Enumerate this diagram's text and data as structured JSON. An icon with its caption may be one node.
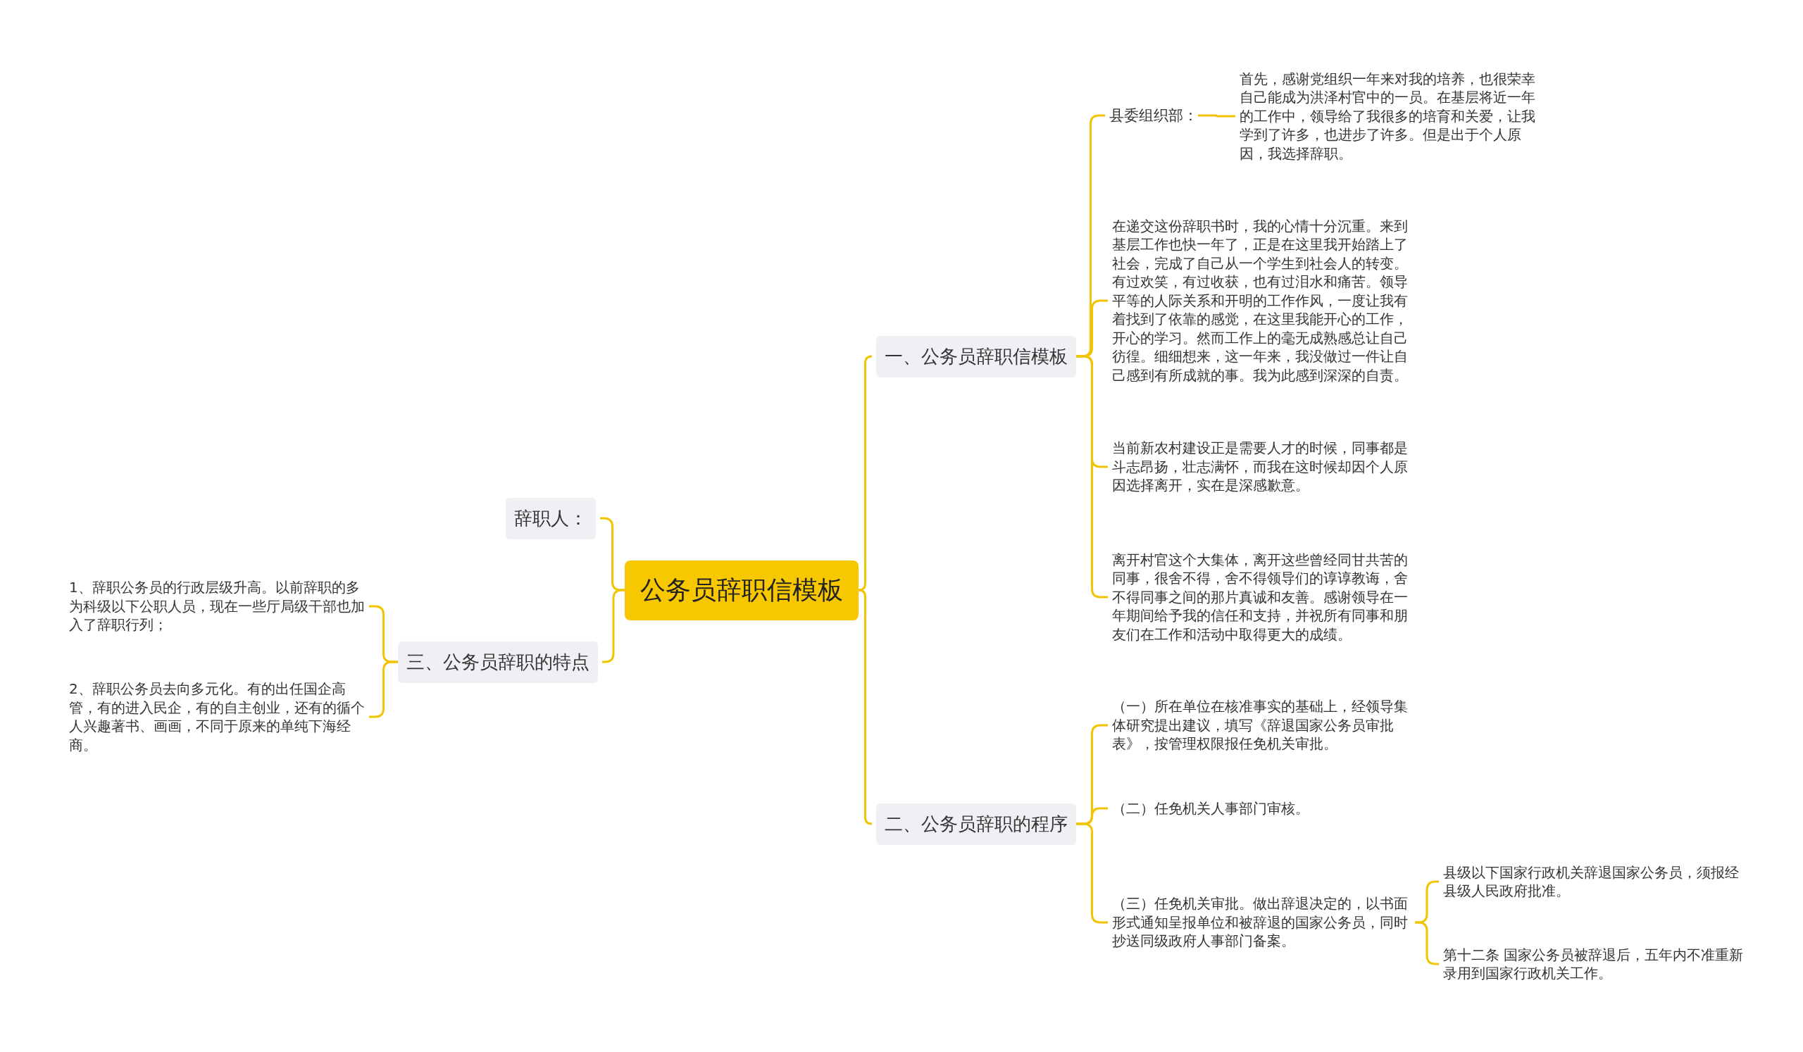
{
  "diagram": {
    "nodes": [
      {
        "text": [
          "公务员辞职信模板"
        ]
      },
      {
        "text": [
          "一、公务员辞职信模板"
        ]
      },
      {
        "text": [
          "县委组织部："
        ]
      },
      {
        "text": [
          "首先，感谢党组织一年来对我的培养，也很荣幸自己能成为洪泽村官中的一员。在基层将近一年的工作中，领导给了我很多的培育和关爱，让我学到了许多，也进步了许多。但是出于个人原因，我选择辞职。"
        ]
      },
      {
        "text": [
          "在递交这份辞职书时，我的心情十分沉重。来到基层工作也快一年了，正是在这里我开始踏上了社会，完成了自己从一个学生到社会人的转变。有过欢笑，有过收获，也有过泪水和痛苦。领导平等的人际关系和开明的工作作风，一度让我有着找到了依靠的感觉，在这里我能开心的工作，开心的学习。然而工作上的毫无成熟感总让自己彷徨。细细想来，这一年来，我没做过一件让自己感到有所成就的事。我为此感到深深的自责。"
        ]
      },
      {
        "text": [
          "当前新农村建设正是需要人才的时候，同事都是斗志昂扬，壮志满怀，而我在这时候却因个人原因选择离开，实在是深感歉意。"
        ]
      },
      {
        "text": [
          "离开村官这个大集体，离开这些曾经同甘共苦的同事，很舍不得，舍不得领导们的谆谆教诲，舍不得同事之间的那片真诚和友善。感谢领导在一年期间给予我的信任和支持，并祝所有同事和朋友们在工作和活动中取得更大的成绩。"
        ]
      },
      {
        "text": [
          "二、公务员辞职的程序"
        ]
      },
      {
        "text": [
          "（一）所在单位在核准事实的基础上，经领导集体研究提出建议，填写《辞退国家公务员审批表》，按管理权限报任免机关审批。"
        ]
      },
      {
        "text": [
          "（二）任免机关人事部门审核。"
        ]
      },
      {
        "text": [
          "（三）任免机关审批。做出辞退决定的，以书面形式通知呈报单位和被辞退的国家公务员，同时抄送同级政府人事部门备案。"
        ]
      },
      {
        "text": [
          "县级以下国家行政机关辞退国家公务员，须报经县级人民政府批准。"
        ]
      },
      {
        "text": [
          "第十二条 国家公务员被辞退后，五年内不准重新录用到国家行政机关工作。"
        ]
      },
      {
        "text": [
          "辞职人："
        ]
      },
      {
        "text": [
          "三、公务员辞职的特点"
        ]
      },
      {
        "text": [
          "1、辞职公务员的行政层级升高。以前辞职的多为科级以下公职人员，现在一些厅局级干部也加入了辞职行列；"
        ]
      },
      {
        "text": [
          "2、辞职公务员去向多元化。有的出任国企高管，有的进入民企，有的自主创业，还有的循个人兴趣著书、画画，不同于原来的单纯下海经商。"
        ]
      }
    ],
    "edges": [
      {
        "from": 0,
        "to": 1,
        "arrow": "none"
      },
      {
        "from": 0,
        "to": 7,
        "arrow": "none"
      },
      {
        "from": 0,
        "to": 13,
        "arrow": "none"
      },
      {
        "from": 0,
        "to": 14,
        "arrow": "none"
      },
      {
        "from": 1,
        "to": 2,
        "arrow": "none"
      },
      {
        "from": 1,
        "to": 4,
        "arrow": "none"
      },
      {
        "from": 1,
        "to": 5,
        "arrow": "none"
      },
      {
        "from": 1,
        "to": 6,
        "arrow": "none"
      },
      {
        "from": 2,
        "to": 3,
        "arrow": "none"
      },
      {
        "from": 7,
        "to": 8,
        "arrow": "none"
      },
      {
        "from": 7,
        "to": 9,
        "arrow": "none"
      },
      {
        "from": 7,
        "to": 10,
        "arrow": "none"
      },
      {
        "from": 10,
        "to": 11,
        "arrow": "none"
      },
      {
        "from": 10,
        "to": 12,
        "arrow": "none"
      },
      {
        "from": 14,
        "to": 15,
        "arrow": "none"
      },
      {
        "from": 14,
        "to": 16,
        "arrow": "none"
      }
    ]
  }
}
